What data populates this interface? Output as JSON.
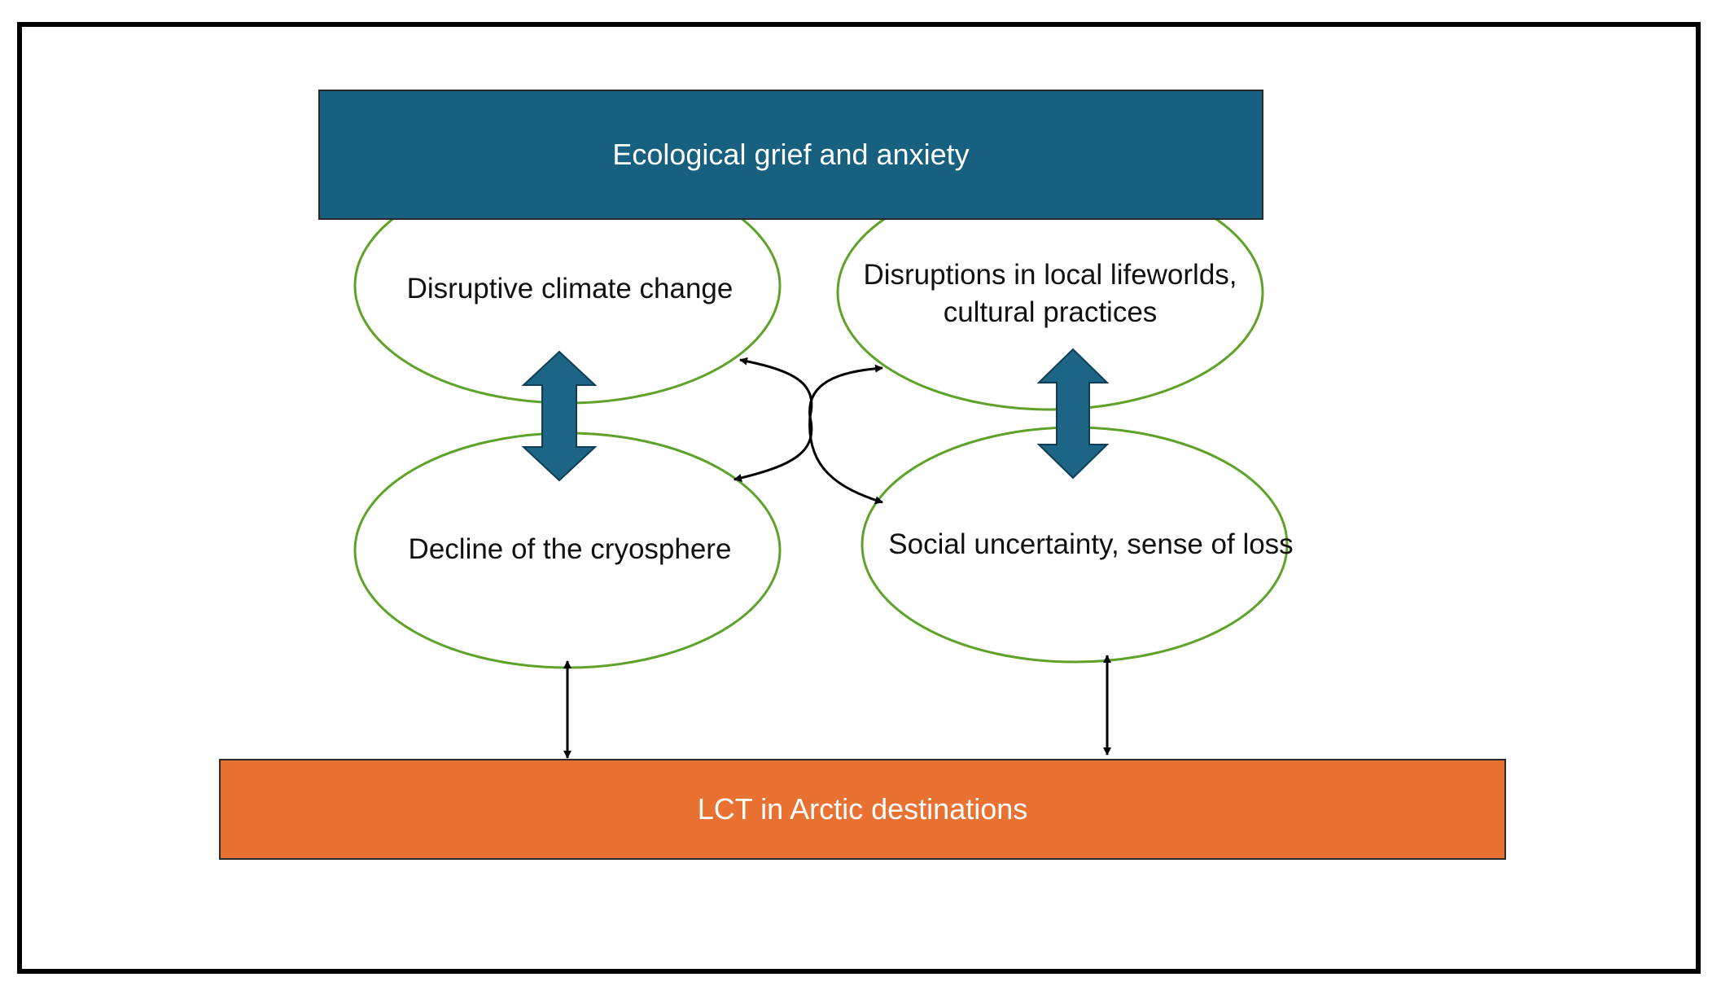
{
  "colors": {
    "top_box": "#17607f",
    "bottom_box": "#e97132",
    "ellipse_border": "#5ea22a",
    "thick_arrow": "#1c6586",
    "frame": "#000000"
  },
  "diagram": {
    "top_box": {
      "label": "Ecological grief and anxiety"
    },
    "bottom_box": {
      "label": "LCT in Arctic destinations"
    },
    "nodes": {
      "climate": {
        "label": "Disruptive climate change"
      },
      "lifeworlds": {
        "label": "Disruptions in local lifeworlds, cultural practices"
      },
      "cryosphere": {
        "label": "Decline of the cryosphere"
      },
      "social": {
        "label": "Social uncertainty, sense of loss"
      }
    }
  }
}
